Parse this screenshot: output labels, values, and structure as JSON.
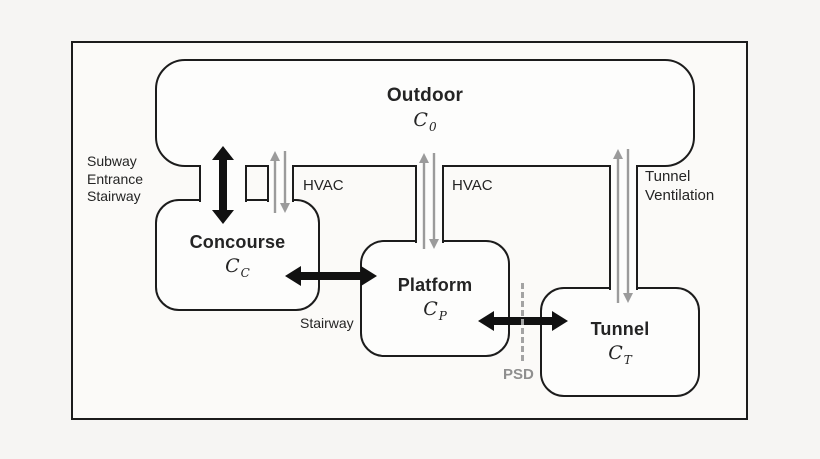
{
  "boxes": {
    "outdoor": {
      "label": "Outdoor",
      "symbol": "C",
      "subscript": "0"
    },
    "concourse": {
      "label": "Concourse",
      "symbol": "C",
      "subscript": "C"
    },
    "platform": {
      "label": "Platform",
      "symbol": "C",
      "subscript": "P"
    },
    "tunnel": {
      "label": "Tunnel",
      "symbol": "C",
      "subscript": "T"
    }
  },
  "labels": {
    "subway_entrance_stairway": "Subway\nEntrance\nStairway",
    "hvac_concourse": "HVAC",
    "hvac_platform": "HVAC",
    "tunnel_ventilation": "Tunnel\nVentilation",
    "stairway": "Stairway",
    "psd": "PSD"
  },
  "colors": {
    "line": "#1c1c1c",
    "black_arrow": "#111111",
    "gray_arrow": "#9b9b9b",
    "psd_label": "#8f8f8f",
    "psd_dash": "#a3a3a3",
    "background": "#f6f5f3"
  }
}
